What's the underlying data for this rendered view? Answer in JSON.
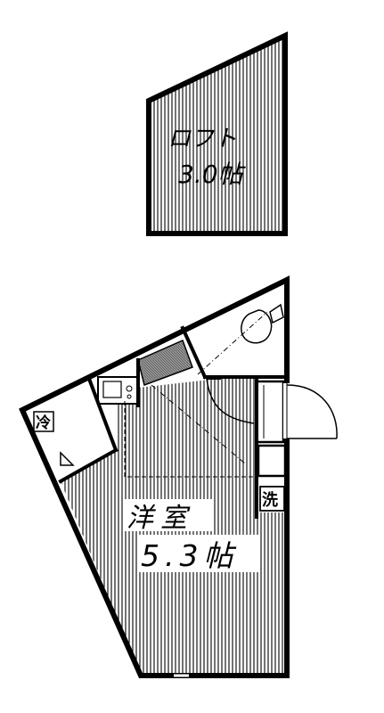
{
  "loft": {
    "name": "ロフト",
    "size": "3.0帖"
  },
  "western_room": {
    "name": "洋室",
    "size": "5.3帖"
  },
  "marks": {
    "washer": "洗",
    "refrigerator": "冷"
  },
  "colors": {
    "line": "#000000",
    "hatch": "#000000",
    "background": "#ffffff",
    "gray_fill": "#7a7a7a"
  }
}
